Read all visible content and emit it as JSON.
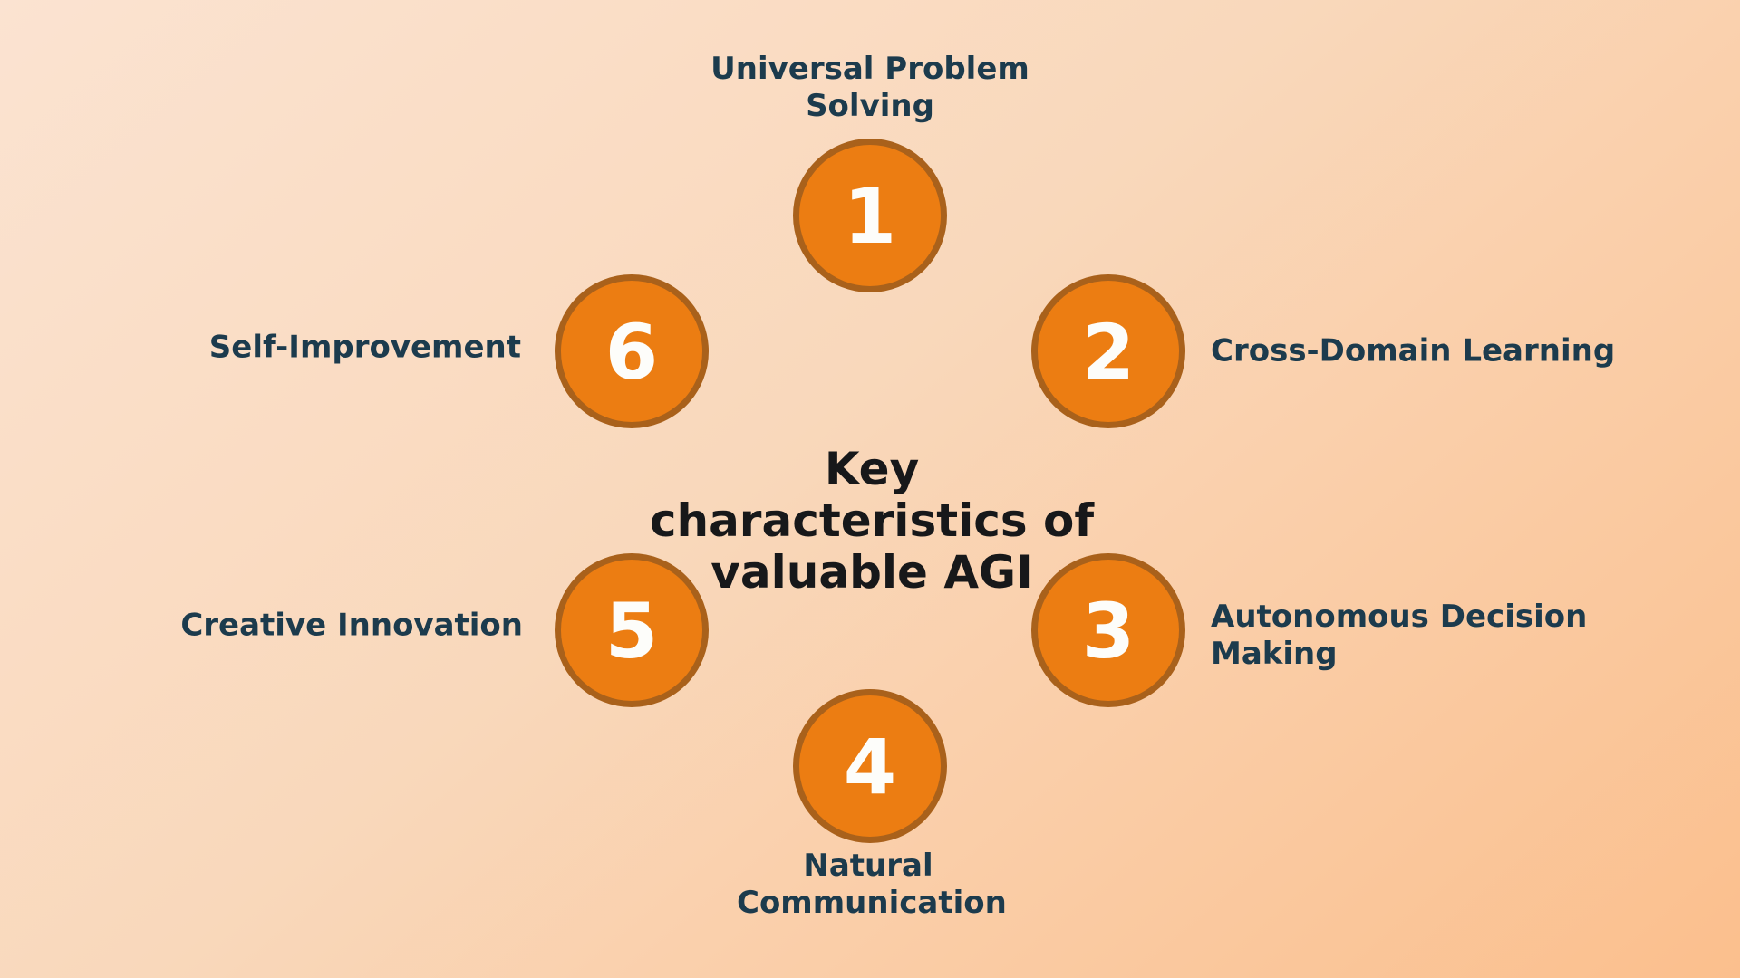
{
  "title": {
    "text": "Key characteristics of valuable AGI"
  },
  "items": [
    {
      "number": "1",
      "label": "Universal Problem Solving"
    },
    {
      "number": "2",
      "label": "Cross-Domain Learning"
    },
    {
      "number": "3",
      "label": "Autonomous Decision Making"
    },
    {
      "number": "4",
      "label": "Natural Communication"
    },
    {
      "number": "5",
      "label": "Creative Innovation"
    },
    {
      "number": "6",
      "label": "Self-Improvement"
    }
  ],
  "colors": {
    "circle_fill": "#EC7D12",
    "circle_border": "#A9611B",
    "number_text": "#FDFDFA",
    "label_text": "#1C3B4D",
    "title_text": "#17181A",
    "background_top_left": "#FBE3D1",
    "background_bottom_right": "#FBBF8D"
  }
}
